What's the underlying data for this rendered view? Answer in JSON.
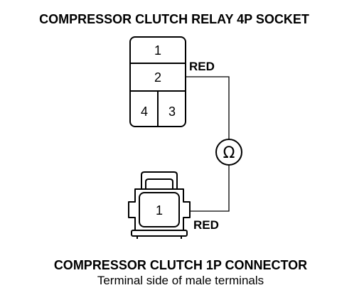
{
  "relay_socket": {
    "title": "COMPRESSOR CLUTCH RELAY 4P SOCKET",
    "pins": [
      "1",
      "2",
      "4",
      "3"
    ],
    "wire_color": "RED"
  },
  "meter": {
    "symbol": "Ω",
    "icon": "ohmmeter-icon"
  },
  "clutch_connector": {
    "title": "COMPRESSOR CLUTCH 1P CONNECTOR",
    "subtitle": "Terminal side of male terminals",
    "pin": "1",
    "wire_color": "RED"
  },
  "colors": {
    "line": "#000000",
    "background": "#ffffff"
  }
}
